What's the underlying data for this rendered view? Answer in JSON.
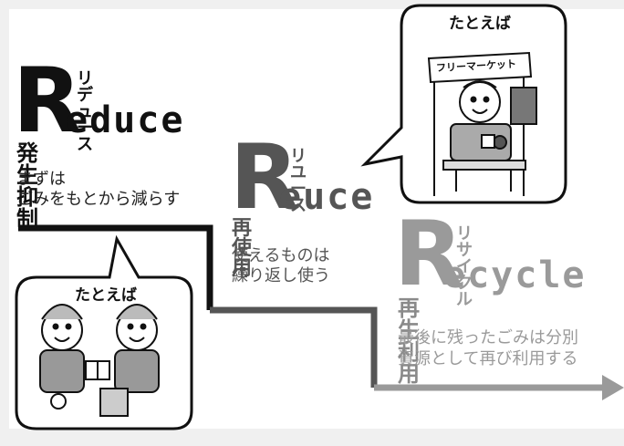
{
  "reduce": {
    "letter": "R",
    "rest": "educe",
    "kana": "リデュース",
    "title": "発生抑制",
    "desc_line1": "まずは",
    "desc_line2": "ごみをもとから減らす",
    "color": "#111111"
  },
  "reuse": {
    "letter": "R",
    "rest": "euce",
    "kana": "リユース",
    "title": "再使用",
    "desc_line1": "使えるものは",
    "desc_line2": "繰り返し使う",
    "color": "#555555"
  },
  "recycle": {
    "letter": "R",
    "rest": "ecycle",
    "kana": "リサイクル",
    "title": "再生利用",
    "desc_line1": "最後に残ったごみは分別",
    "desc_line2": "資源として再び利用する",
    "color": "#9a9a9a"
  },
  "bubble_left": {
    "label": "たとえば"
  },
  "bubble_right": {
    "label": "たとえば",
    "banner": "フリーマーケット"
  }
}
